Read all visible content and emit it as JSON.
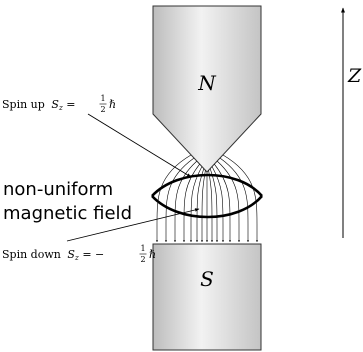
{
  "magnet": {
    "north_label": "N",
    "south_label": "S"
  },
  "axis": {
    "label": "Z"
  },
  "annotations": {
    "spin_up": {
      "text": "Spin up",
      "var": "S",
      "sub": "z",
      "eq": " = ",
      "num": "1",
      "den": "2",
      "hbar": "ℏ"
    },
    "spin_down": {
      "text": "Spin down",
      "var": "S",
      "sub": "z",
      "eq": " = −",
      "num": "1",
      "den": "2",
      "hbar": "ℏ"
    },
    "field_line1": "non-uniform",
    "field_line2": "magnetic field"
  },
  "colors": {
    "magnet_light": "#f4f4f4",
    "magnet_dark": "#c2c2c2",
    "stroke": "#000000"
  }
}
